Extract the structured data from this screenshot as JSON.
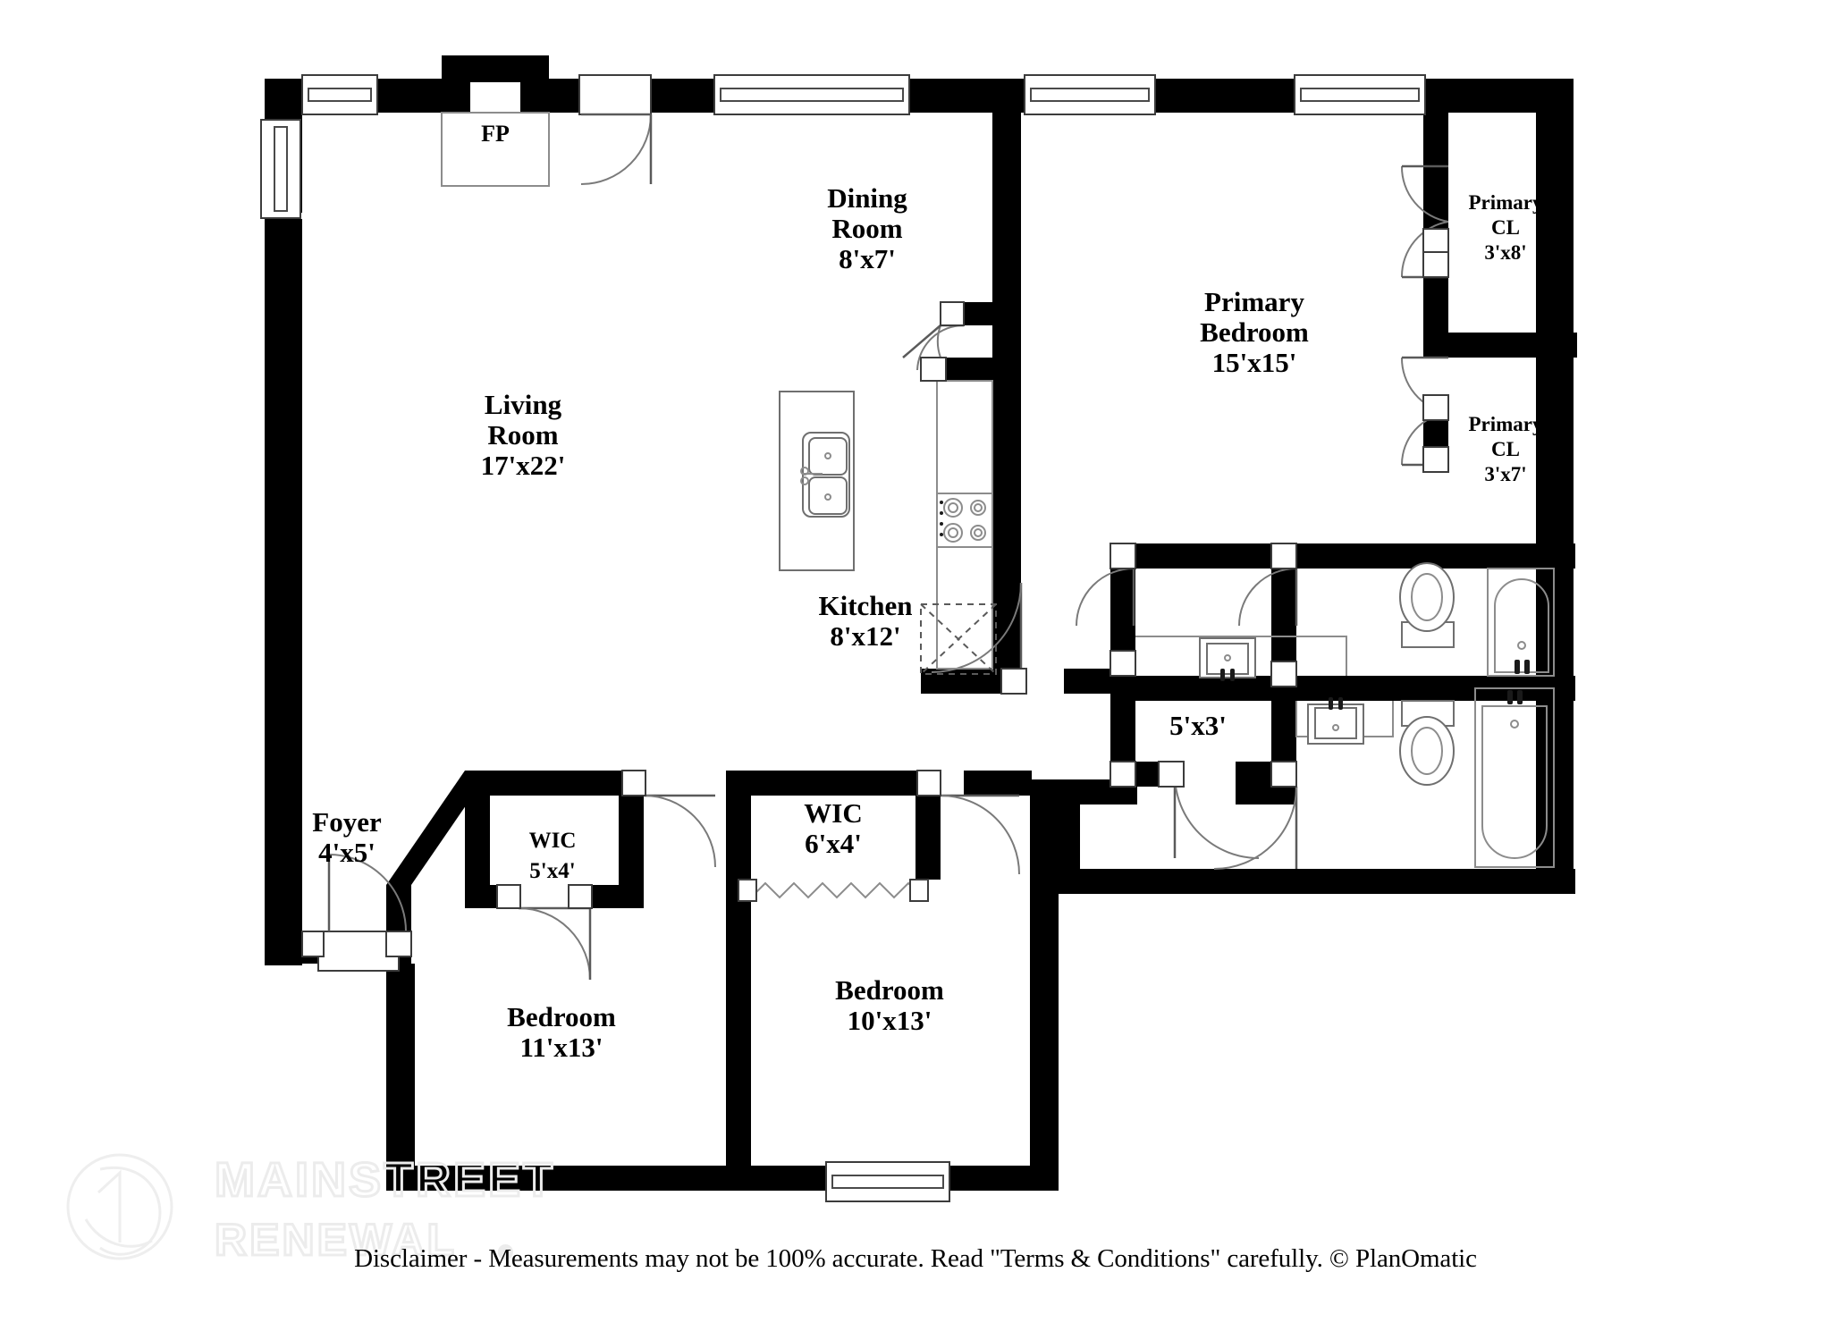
{
  "document": {
    "type": "floor-plan",
    "disclaimer": "Disclaimer - Measurements may not be 100% accurate. Read \"Terms & Conditions\" carefully. © PlanOmatic",
    "watermark": {
      "line1": "MAINSTREET",
      "line2": "RENEWAL",
      "registered_mark": "®"
    }
  },
  "rooms": [
    {
      "id": "living-room",
      "name": "Living\nRoom",
      "name_lines": [
        "Living",
        "Room"
      ],
      "dimensions": "17'x22'"
    },
    {
      "id": "dining-room",
      "name": "Dining Room",
      "name_lines": [
        "Dining",
        "Room"
      ],
      "dimensions": "8'x7'"
    },
    {
      "id": "kitchen",
      "name": "Kitchen",
      "name_lines": [
        "Kitchen"
      ],
      "dimensions": "8'x12'"
    },
    {
      "id": "primary-bedroom",
      "name": "Primary Bedroom",
      "name_lines": [
        "Primary",
        "Bedroom"
      ],
      "dimensions": "15'x15'"
    },
    {
      "id": "primary-cl-1",
      "name": "Primary CL",
      "name_lines": [
        "Primary",
        "CL"
      ],
      "dimensions": "3'x8'"
    },
    {
      "id": "primary-cl-2",
      "name": "Primary CL",
      "name_lines": [
        "Primary",
        "CL"
      ],
      "dimensions": "3'x7'"
    },
    {
      "id": "utility-closet",
      "name": "",
      "name_lines": [],
      "dimensions": "5'x3'"
    },
    {
      "id": "foyer",
      "name": "Foyer",
      "name_lines": [
        "Foyer"
      ],
      "dimensions": "4'x5'"
    },
    {
      "id": "wic-1",
      "name": "WIC",
      "name_lines": [
        "WIC"
      ],
      "dimensions": "5'x4'"
    },
    {
      "id": "wic-2",
      "name": "WIC",
      "name_lines": [
        "WIC"
      ],
      "dimensions": "6'x4'"
    },
    {
      "id": "bedroom-2",
      "name": "Bedroom",
      "name_lines": [
        "Bedroom"
      ],
      "dimensions": "11'x13'"
    },
    {
      "id": "bedroom-3",
      "name": "Bedroom",
      "name_lines": [
        "Bedroom"
      ],
      "dimensions": "10'x13'"
    }
  ],
  "labels": {
    "living_room_l1": "Living",
    "living_room_l2": "Room",
    "living_room_dim": "17'x22'",
    "dining_room_l1": "Dining",
    "dining_room_l2": "Room",
    "dining_room_dim": "8'x7'",
    "kitchen_l1": "Kitchen",
    "kitchen_dim": "8'x12'",
    "primary_bedroom_l1": "Primary",
    "primary_bedroom_l2": "Bedroom",
    "primary_bedroom_dim": "15'x15'",
    "primary_cl1_l1": "Primary",
    "primary_cl1_l2": "CL",
    "primary_cl1_dim": "3'x8'",
    "primary_cl2_l1": "Primary",
    "primary_cl2_l2": "CL",
    "primary_cl2_dim": "3'x7'",
    "utility_dim": "5'x3'",
    "foyer_l1": "Foyer",
    "foyer_dim": "4'x5'",
    "wic1_l1": "WIC",
    "wic1_dim": "5'x4'",
    "wic2_l1": "WIC",
    "wic2_dim": "6'x4'",
    "bedroom2_l1": "Bedroom",
    "bedroom2_dim": "11'x13'",
    "bedroom3_l1": "Bedroom",
    "bedroom3_dim": "10'x13'",
    "fireplace": "FP"
  },
  "fixtures": [
    {
      "id": "fireplace",
      "name": "fireplace",
      "label": "FP"
    },
    {
      "id": "kitchen-island",
      "name": "kitchen-island-with-double-sink",
      "label": ""
    },
    {
      "id": "cooktop",
      "name": "range-cooktop-4-burner",
      "label": ""
    },
    {
      "id": "pantry",
      "name": "appliance-dashed-square",
      "label": ""
    },
    {
      "id": "vanity-primary",
      "name": "bathroom-vanity-sink",
      "label": ""
    },
    {
      "id": "vanity-hall",
      "name": "bathroom-vanity-sink",
      "label": ""
    },
    {
      "id": "toilet-primary",
      "name": "toilet",
      "label": ""
    },
    {
      "id": "toilet-hall",
      "name": "toilet",
      "label": ""
    },
    {
      "id": "tub-primary",
      "name": "bathtub",
      "label": ""
    },
    {
      "id": "tub-hall",
      "name": "bathtub",
      "label": ""
    }
  ],
  "colors": {
    "wall": "#000000",
    "background": "#ffffff",
    "fixture_stroke": "#6f6f6f",
    "door_swing": "#7a7a7a",
    "watermark": "#ececec",
    "text": "#000000"
  }
}
